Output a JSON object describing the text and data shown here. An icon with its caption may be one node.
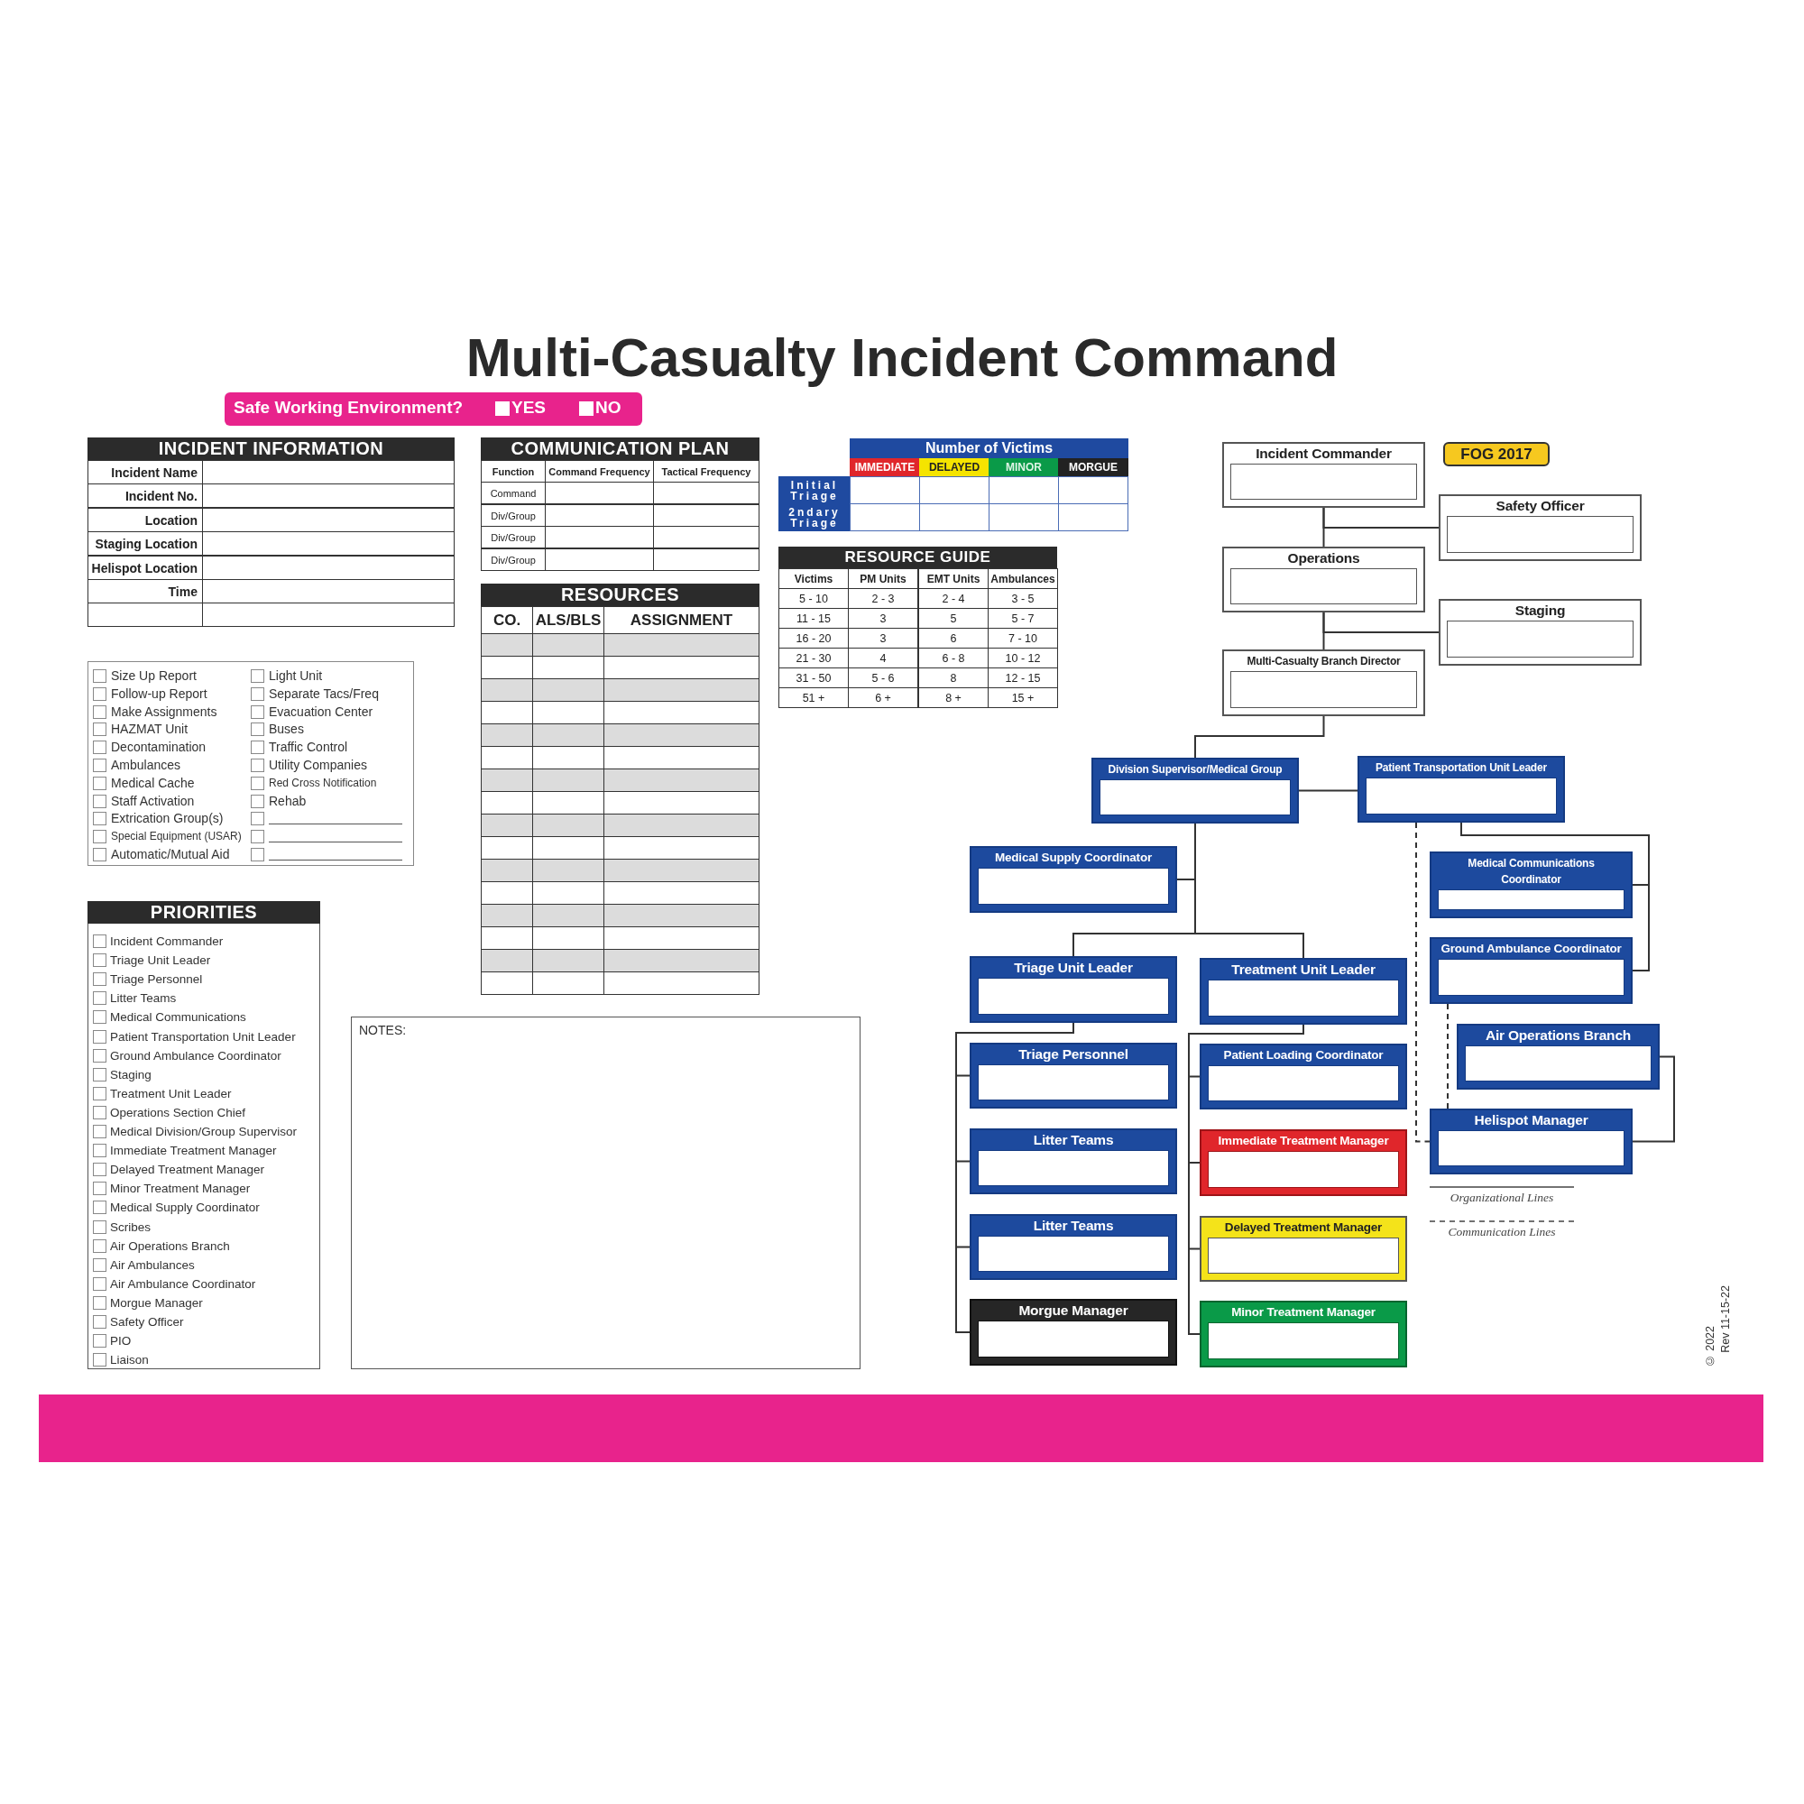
{
  "diagram": {
    "title": "Multi-Casualty Incident Command",
    "nodes": [
      {
        "text": [
          "Incident Commander"
        ]
      },
      {
        "text": [
          "Safety Officer"
        ]
      },
      {
        "text": [
          "Operations"
        ]
      },
      {
        "text": [
          "Staging"
        ]
      },
      {
        "text": [
          "Multi-Casualty Branch Director"
        ]
      },
      {
        "text": [
          "Division Supervisor/Medical Group"
        ]
      },
      {
        "text": [
          "Patient Transportation Unit Leader"
        ]
      },
      {
        "text": [
          "Medical Supply Coordinator"
        ]
      },
      {
        "text": [
          "Medical Communications Coordinator"
        ]
      },
      {
        "text": [
          "Triage Unit Leader"
        ]
      },
      {
        "text": [
          "Treatment Unit Leader"
        ]
      },
      {
        "text": [
          "Ground Ambulance Coordinator"
        ]
      },
      {
        "text": [
          "Triage Personnel"
        ]
      },
      {
        "text": [
          "Patient Loading Coordinator"
        ]
      },
      {
        "text": [
          "Air Operations Branch"
        ]
      },
      {
        "text": [
          "Litter Teams"
        ]
      },
      {
        "text": [
          "Immediate Treatment Manager"
        ]
      },
      {
        "text": [
          "Helispot Manager"
        ]
      },
      {
        "text": [
          "Litter Teams"
        ]
      },
      {
        "text": [
          "Delayed Treatment Manager"
        ]
      },
      {
        "text": [
          "Morgue Manager"
        ]
      },
      {
        "text": [
          "Minor Treatment Manager"
        ]
      }
    ],
    "edges": [
      {
        "from": 0,
        "to": 1,
        "arrow": "none"
      },
      {
        "from": 0,
        "to": 2,
        "arrow": "none"
      },
      {
        "from": 2,
        "to": 3,
        "arrow": "none"
      },
      {
        "from": 2,
        "to": 4,
        "arrow": "none"
      },
      {
        "from": 4,
        "to": 5,
        "arrow": "none"
      },
      {
        "from": 5,
        "to": 6,
        "arrow": "none"
      },
      {
        "from": 5,
        "to": 7,
        "arrow": "none"
      },
      {
        "from": 5,
        "to": 9,
        "arrow": "none"
      },
      {
        "from": 5,
        "to": 10,
        "arrow": "none"
      },
      {
        "from": 9,
        "to": 12,
        "arrow": "none"
      },
      {
        "from": 9,
        "to": 15,
        "arrow": "none"
      },
      {
        "from": 9,
        "to": 18,
        "arrow": "none"
      },
      {
        "from": 9,
        "to": 20,
        "arrow": "none"
      },
      {
        "from": 10,
        "to": 13,
        "arrow": "none"
      },
      {
        "from": 10,
        "to": 16,
        "arrow": "none"
      },
      {
        "from": 10,
        "to": 19,
        "arrow": "none"
      },
      {
        "from": 10,
        "to": 21,
        "arrow": "none"
      },
      {
        "from": 6,
        "to": 8,
        "arrow": "none"
      },
      {
        "from": 6,
        "to": 11,
        "arrow": "none"
      },
      {
        "from": 6,
        "to": 17,
        "arrow": "none",
        "style": "dashed"
      },
      {
        "from": 11,
        "to": 17,
        "arrow": "none",
        "style": "dashed"
      },
      {
        "from": 14,
        "to": 17,
        "arrow": "none"
      }
    ],
    "labels": [
      "Safe Working Environment?",
      "YES",
      "NO",
      "INCIDENT INFORMATION",
      "Incident Name",
      "Incident No.",
      "Location",
      "Staging Location",
      "Helispot Location",
      "Time",
      "COMMUNICATION PLAN",
      "Function",
      "Command Frequency",
      "Tactical Frequency",
      "Command",
      "Div/Group",
      "Div/Group",
      "Div/Group",
      "RESOURCES",
      "CO.",
      "ALS/BLS",
      "ASSIGNMENT",
      "Number of Victims",
      "IMMEDIATE",
      "DELAYED",
      "MINOR",
      "MORGUE",
      "Initial Triage",
      "2ndary Triage",
      "RESOURCE GUIDE",
      "Victims",
      "PM Units",
      "EMT Units",
      "Ambulances",
      "5 - 10",
      "2 - 3",
      "2 - 4",
      "3 - 5",
      "11 - 15",
      "3",
      "5",
      "5 - 7",
      "16 - 20",
      "3",
      "6",
      "7 - 10",
      "21 - 30",
      "4",
      "6 - 8",
      "10 - 12",
      "31 - 50",
      "5 - 6",
      "8",
      "12 - 15",
      "51 +",
      "6 +",
      "8 +",
      "15 +",
      "FOG 2017",
      "Size Up Report",
      "Light Unit",
      "Follow-up Report",
      "Separate Tacs/Freq",
      "Make Assignments",
      "Evacuation Center",
      "HAZMAT Unit",
      "Buses",
      "Decontamination",
      "Traffic Control",
      "Ambulances",
      "Utility Companies",
      "Medical Cache",
      "Red Cross Notification",
      "Staff Activation",
      "Rehab",
      "Extrication Group(s)",
      "Special Equipment (USAR)",
      "Automatic/Mutual Aid",
      "PRIORITIES",
      "Incident Commander",
      "Triage Unit Leader",
      "Triage Personnel",
      "Litter Teams",
      "Medical Communications",
      "Patient Transportation Unit Leader",
      "Ground Ambulance Coordinator",
      "Staging",
      "Treatment Unit Leader",
      "Operations Section Chief",
      "Medical Division/Group Supervisor",
      "Immediate Treatment Manager",
      "Delayed Treatment Manager",
      "Minor Treatment Manager",
      "Medical Supply Coordinator",
      "Scribes",
      "Air Operations Branch",
      "Air Ambulances",
      "Air Ambulance Coordinator",
      "Morgue Manager",
      "Safety Officer",
      "PIO",
      "Liaison",
      "NOTES:",
      "© 2022",
      "Rev 11-15-22"
    ],
    "legend": [
      {
        "text": "Organizational Lines"
      },
      {
        "text": "Communication Lines"
      }
    ]
  }
}
